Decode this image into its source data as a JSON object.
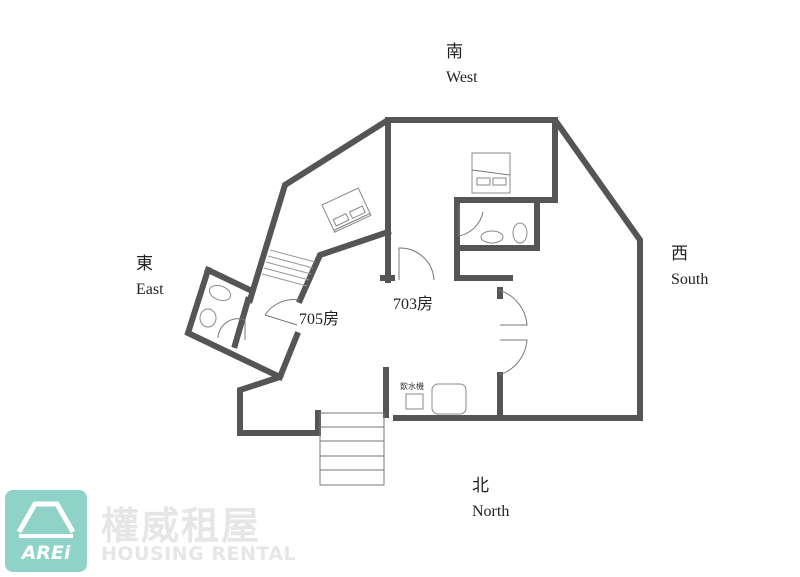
{
  "compass": {
    "top": {
      "zh": "南",
      "en": "West"
    },
    "left": {
      "zh": "東",
      "en": "East"
    },
    "right": {
      "zh": "西",
      "en": "South"
    },
    "bottom": {
      "zh": "北",
      "en": "North"
    }
  },
  "rooms": {
    "room_705": "705房",
    "room_703": "703房",
    "water_dispenser": "飲水機"
  },
  "brand": {
    "logo_text": "AREi",
    "name_zh": "權威租屋",
    "name_en": "HOUSING RENTAL",
    "color": "#8fd3c8"
  }
}
